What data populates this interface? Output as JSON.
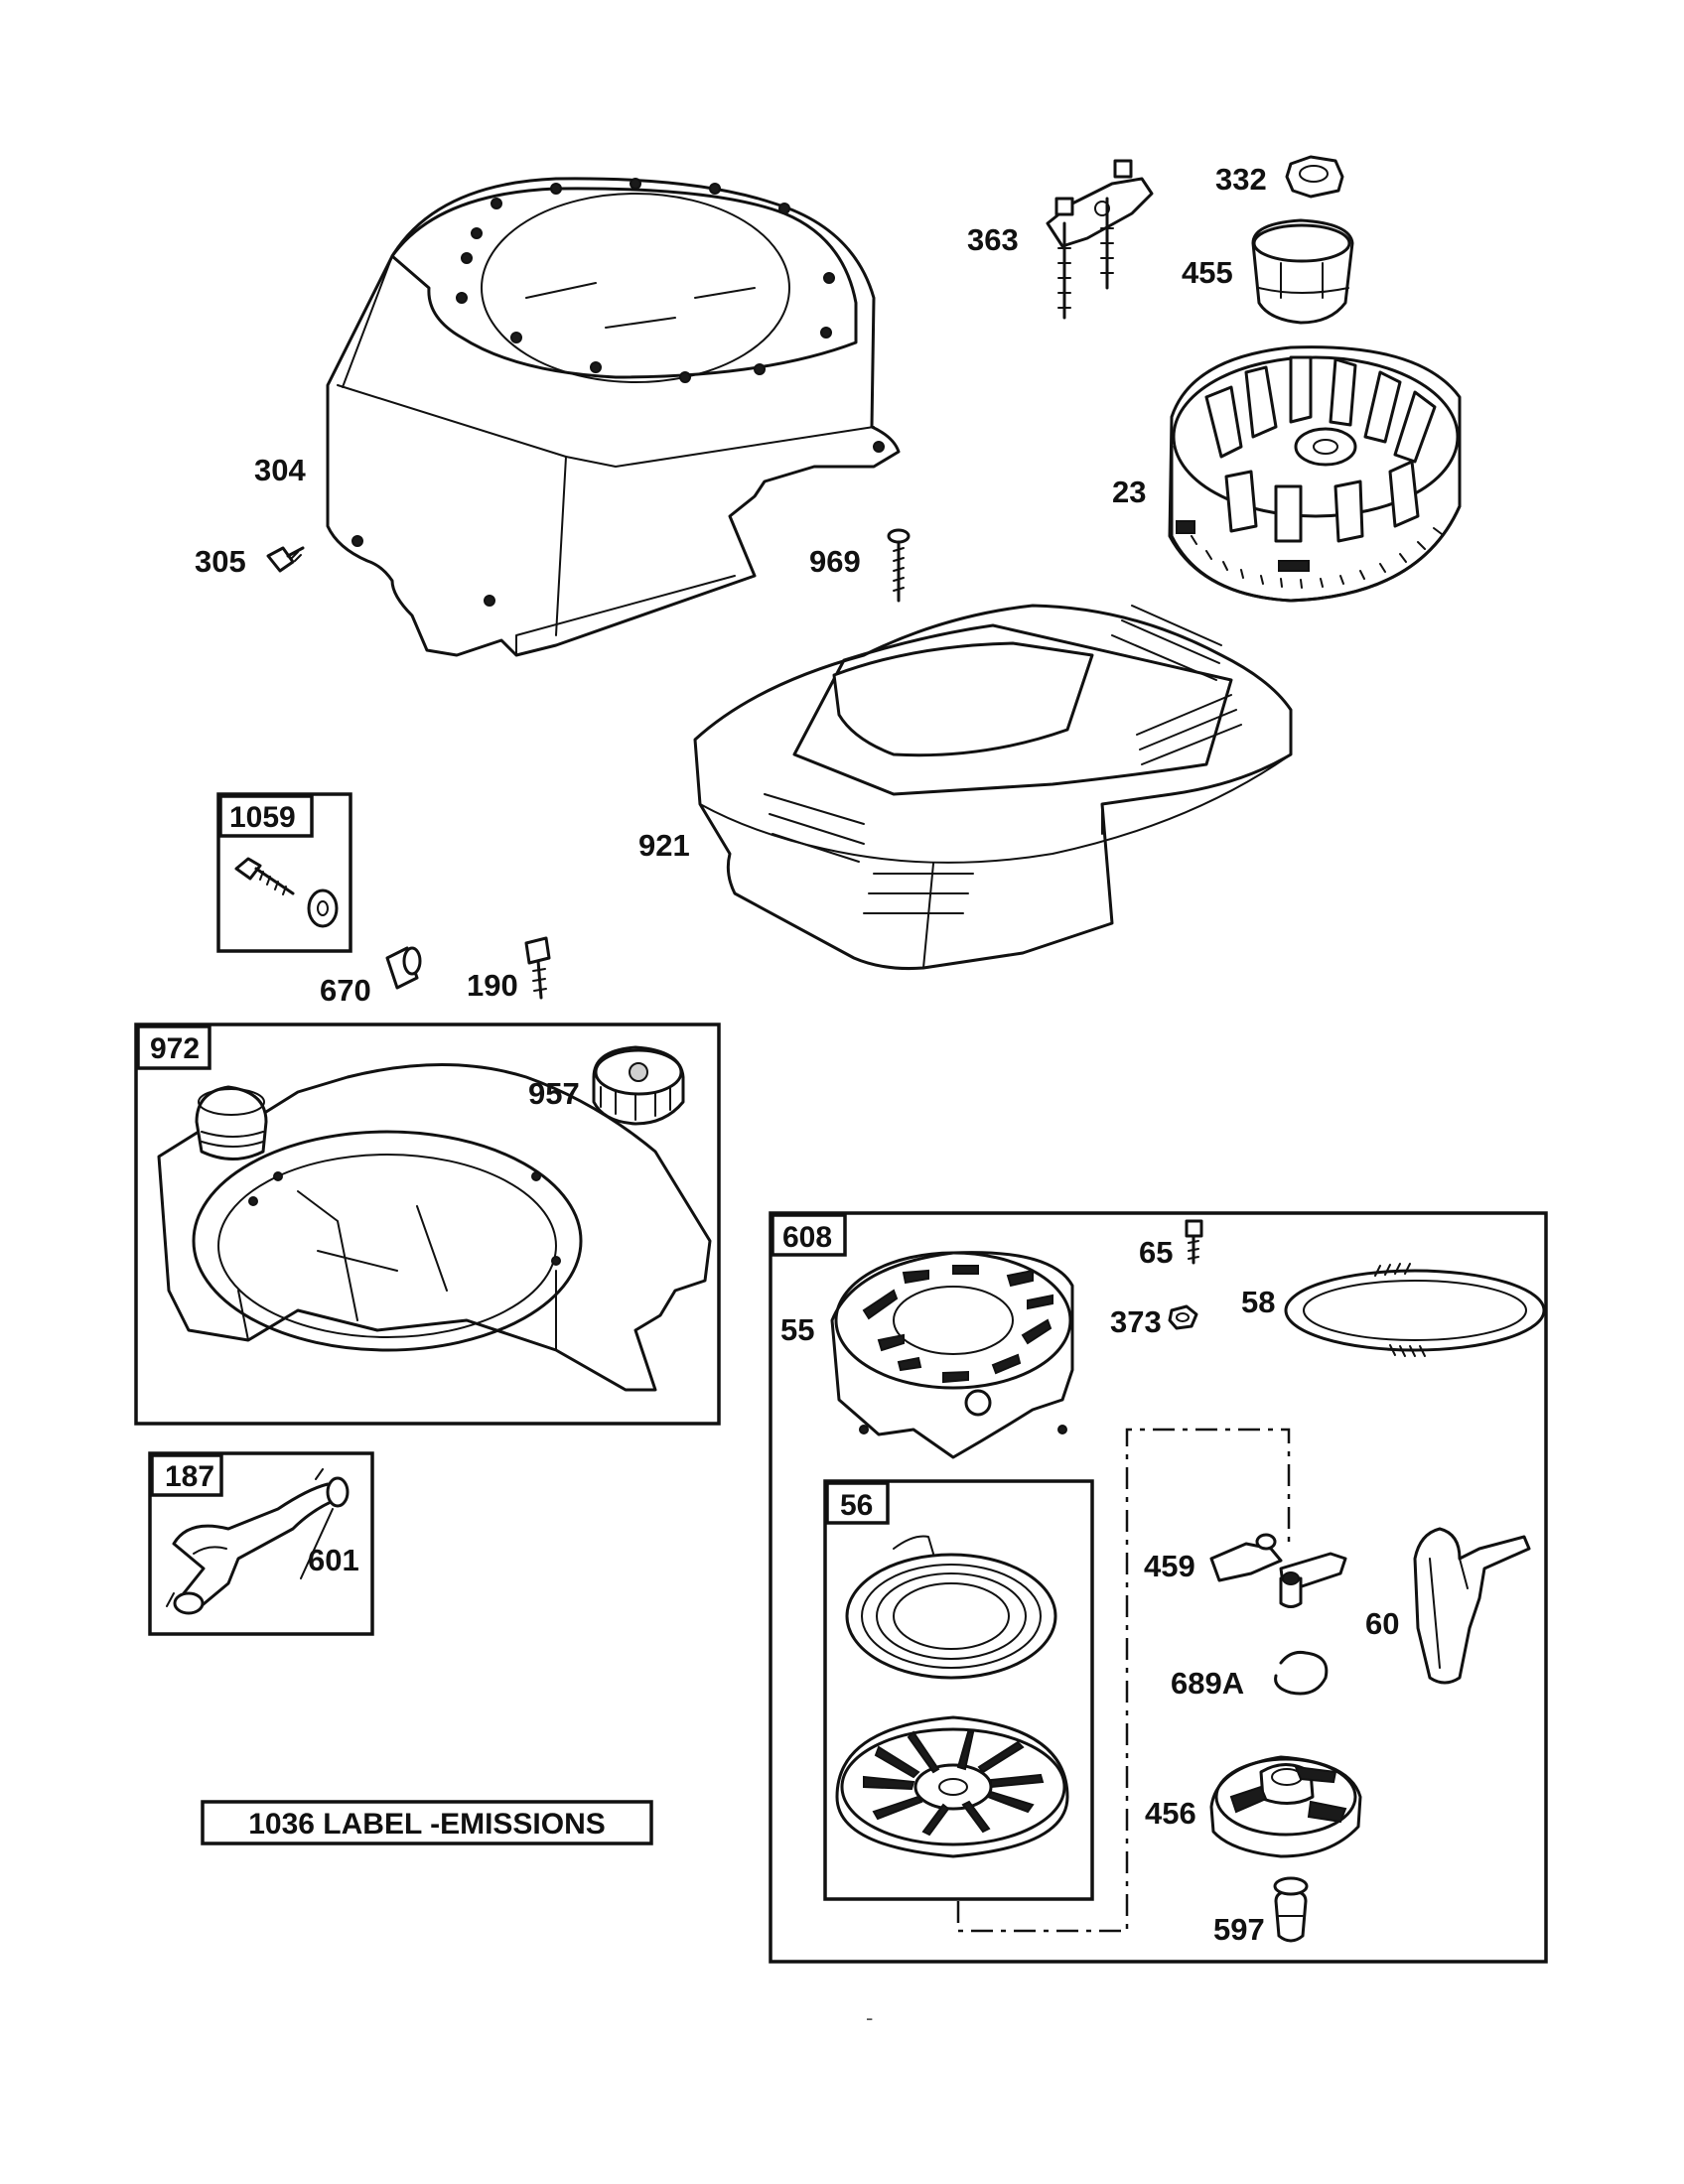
{
  "callouts": {
    "c304": "304",
    "c305": "305",
    "c363": "363",
    "c332": "332",
    "c455": "455",
    "c23": "23",
    "c969": "969",
    "c921": "921",
    "c670": "670",
    "c190": "190",
    "c957": "957",
    "c601": "601",
    "c65": "65",
    "c373": "373",
    "c58": "58",
    "c55": "55",
    "c459": "459",
    "c60": "60",
    "c689a": "689A",
    "c456": "456",
    "c597": "597"
  },
  "boxes": {
    "b1059": "1059",
    "b972": "972",
    "b187": "187",
    "b608": "608",
    "b56": "56"
  },
  "banner": "1036 LABEL -EMISSIONS",
  "footer_mark": "-"
}
